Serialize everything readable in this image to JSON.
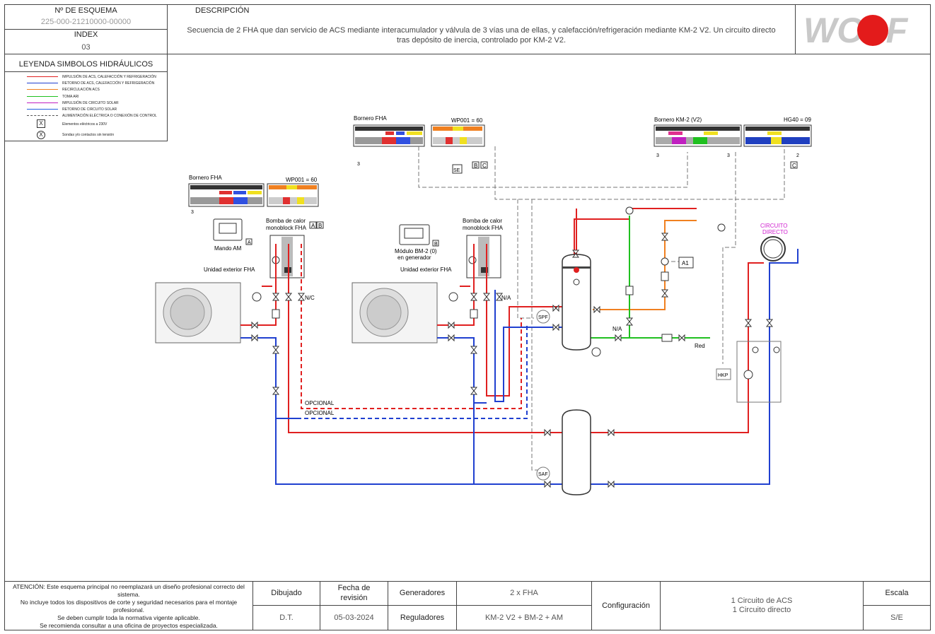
{
  "header": {
    "schema_label": "Nº DE ESQUEMA",
    "schema_number": "225-000-21210000-00000",
    "index_label": "INDEX",
    "index_value": "03",
    "description_label": "DESCRIPCIÓN",
    "description_text_1": "Secuencia de 2 FHA que dan servicio de ACS mediante interacumulador y válvula de 3 vías una de ellas, y calefacción/refrigeración mediante KM-2 V2. Un circuito directo",
    "description_text_2": "tras depósito de inercia, controlado por KM-2 V2.",
    "logo_text": "WOLF"
  },
  "legend": {
    "title": "LEYENDA SIMBOLOS HIDRÁULICOS",
    "items": [
      {
        "label": "IMPULSIÓN DE ACS, CALEFACCIÓN Y REFRIGERACIÓN",
        "color": "#e02020",
        "dash": false
      },
      {
        "label": "RETORNO DE ACS, CALEFACCIÓN Y REFRIGERACIÓN",
        "color": "#2040d0",
        "dash": false
      },
      {
        "label": "RECIRCULACIÓN ACS",
        "color": "#f08020",
        "dash": false
      },
      {
        "label": "TOMA ARI",
        "color": "#20c020",
        "dash": false
      },
      {
        "label": "IMPULSIÓN DE CIRCUITO SOLAR",
        "color": "#c020c0",
        "dash": false
      },
      {
        "label": "RETORNO DE CIRCUITO SOLAR",
        "color": "#2060e0",
        "dash": false
      },
      {
        "label": "ALIMENTACIÓN ELÉCTRICA O CONEXIÓN DE CONTROL",
        "color": "#555555",
        "dash": true
      }
    ],
    "symbol_x_label": "Elementos eléctricos a 230V",
    "symbol_o_label": "Sondas y/o contactos sin tensión"
  },
  "diagram": {
    "bornero_fha": "Bornero FHA",
    "wp001": "WP001 = 60",
    "bornero_km2": "Bornero KM-2 (V2)",
    "hg40": "HG40 = 09",
    "mando_am": "Mando AM",
    "modulo_bm2_1": "Módulo BM-2 (0)",
    "modulo_bm2_2": "en generador",
    "bomba_calor_1": "Bomba de calor",
    "bomba_calor_2": "monoblock FHA",
    "unidad_exterior": "Unidad exterior FHA",
    "nc": "N/C",
    "na": "N/A",
    "opcional": "OPCIONAL",
    "spf": "SPF",
    "saf": "SAF",
    "hkp": "HKP",
    "red": "Red",
    "circuito_directo_1": "CIRCUITO",
    "circuito_directo_2": "DIRECTO",
    "tag_a": "A",
    "tag_b": "B",
    "tag_c": "C",
    "tag_a1": "A1",
    "tag_se": "SE",
    "num_3": "3",
    "num_2": "2"
  },
  "footer": {
    "warning_1": "ATENCIÓN: Este esquema principal no reemplazará un diseño profesional correcto del",
    "warning_2": "sistema.",
    "warning_3": "No incluye todos los dispositivos de corte y seguridad necesarios para el montaje",
    "warning_4": "profesional.",
    "warning_5": "Se deben cumplir toda la normativa vigente aplicable.",
    "warning_6": "Se recomienda consultar a una oficina de proyectos especializada.",
    "dibujado_label": "Dibujado",
    "dibujado_value": "D.T.",
    "fecha_label_1": "Fecha de",
    "fecha_label_2": "revisión",
    "fecha_value": "05-03-2024",
    "generadores_label": "Generadores",
    "generadores_value": "2 x FHA",
    "reguladores_label": "Reguladores",
    "reguladores_value": "KM-2 V2 + BM-2 + AM",
    "configuracion_label": "Configuración",
    "configuracion_value_1": "1 Circuito de ACS",
    "configuracion_value_2": "1 Circuito directo",
    "escala_label": "Escala",
    "escala_value": "S/E"
  }
}
